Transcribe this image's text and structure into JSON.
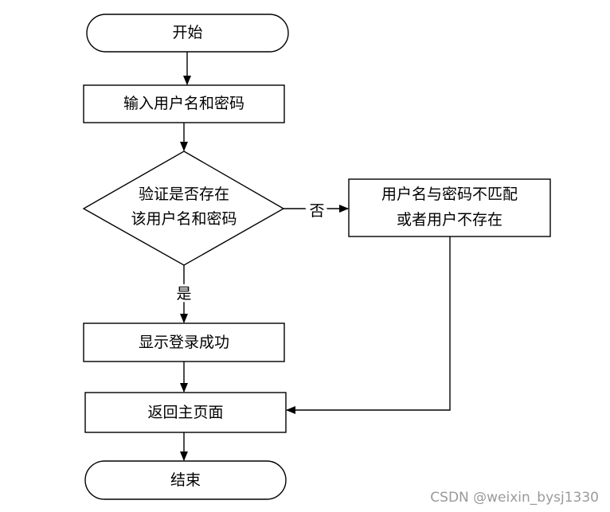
{
  "nodes": {
    "start": "开始",
    "input": "输入用户名和密码",
    "decision_line1": "验证是否存在",
    "decision_line2": "该用户名和密码",
    "error_line1": "用户名与密码不匹配",
    "error_line2": "或者用户不存在",
    "success": "显示登录成功",
    "return": "返回主页面",
    "end": "结束"
  },
  "edges": {
    "no_label": "否",
    "yes_label": "是"
  },
  "watermark": "CSDN @weixin_bysj1330"
}
